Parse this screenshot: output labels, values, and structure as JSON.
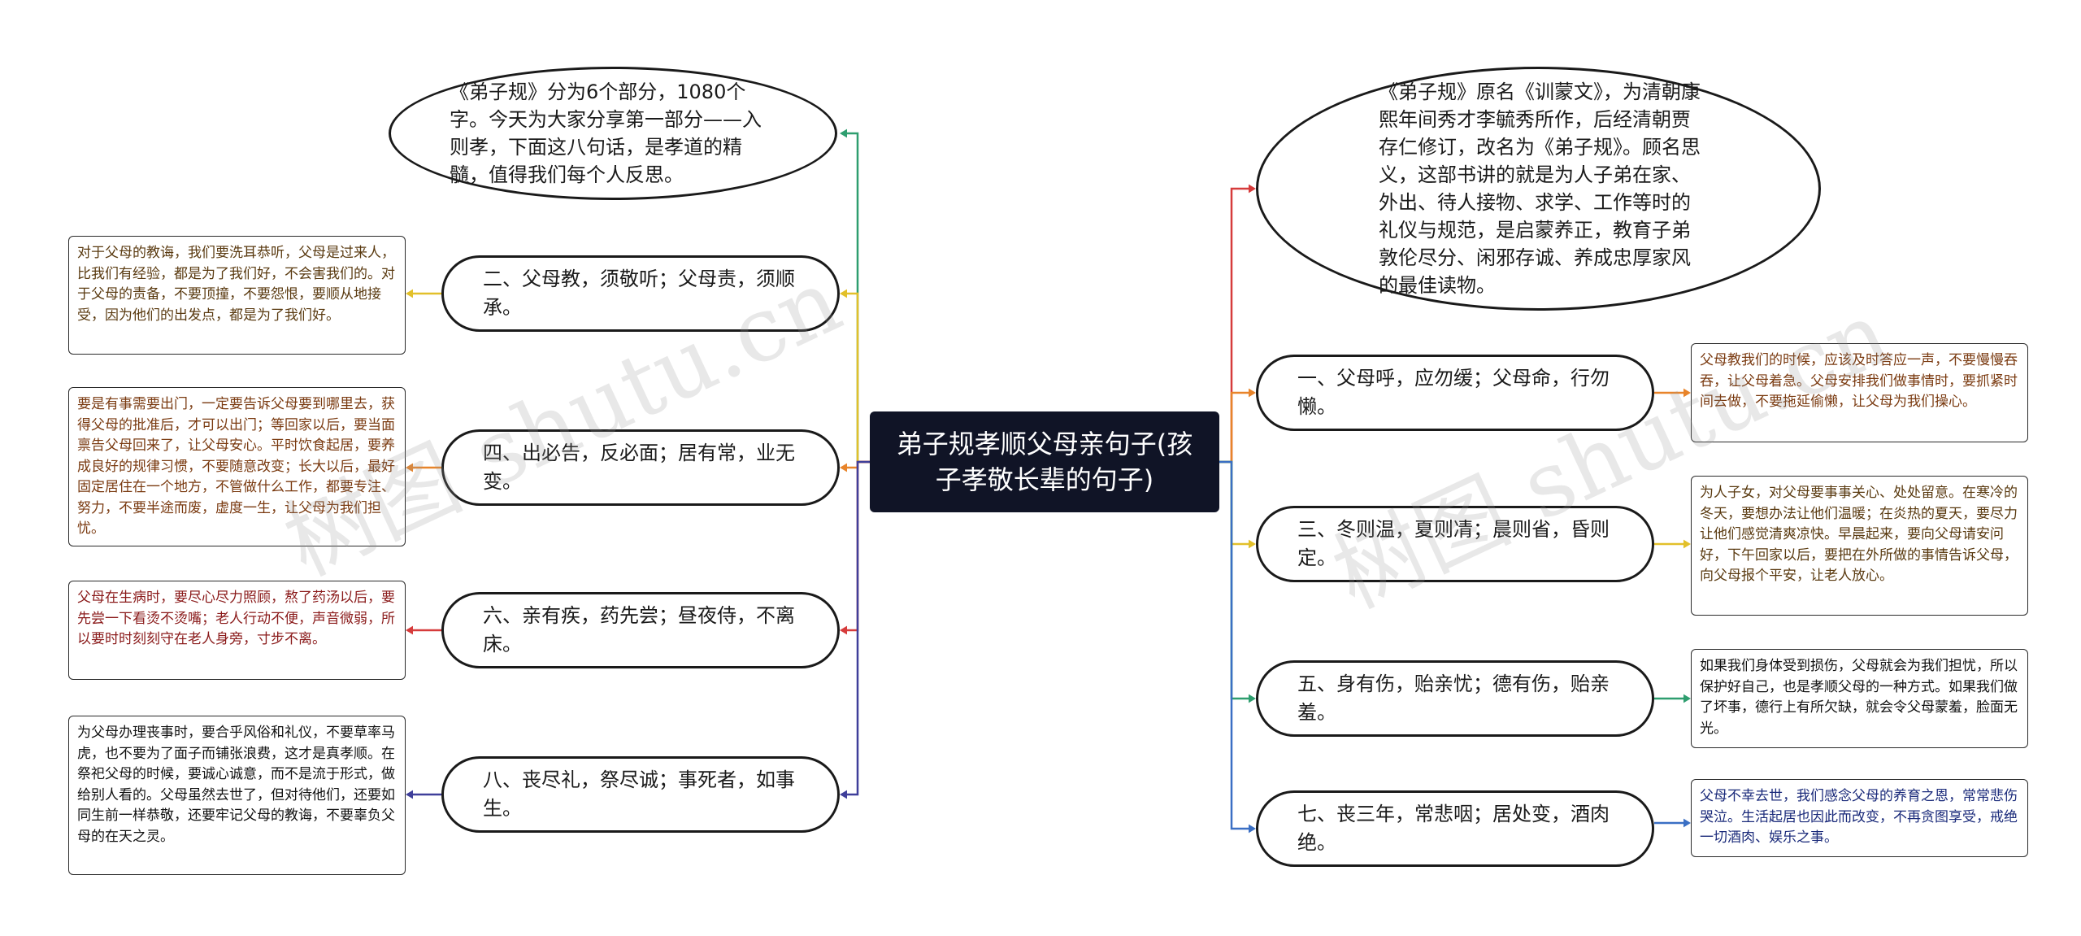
{
  "center": {
    "title": "弟子规孝顺父母亲句子(孩子孝敬长辈的句子)"
  },
  "left": [
    {
      "text": "《弟子规》分为6个部分，1080个字。今天为大家分享第一部分——入则孝，下面这八句话，是孝道的精髓，值得我们每个人反思。",
      "color": "#2e9e6f"
    },
    {
      "text": "二、父母教，须敬听；父母责，须顺承。",
      "color": "#e2c02a",
      "note": "对于父母的教诲，我们要洗耳恭听，父母是过来人，比我们有经验，都是为了我们好，不会害我们的。对于父母的责备，不要顶撞，不要怨恨，要顺从地接受，因为他们的出发点，都是为了我们好。"
    },
    {
      "text": "四、出必告，反必面；居有常，业无变。",
      "color": "#e8842a",
      "note": "要是有事需要出门，一定要告诉父母要到哪里去，获得父母的批准后，才可以出门；等回家以后，要当面禀告父母回来了，让父母安心。平时饮食起居，要养成良好的规律习惯，不要随意改变；长大以后，最好固定居住在一个地方，不管做什么工作，都要专注、努力，不要半途而废，虚度一生，让父母为我们担忧。"
    },
    {
      "text": "六、亲有疾，药先尝；昼夜侍，不离床。",
      "color": "#d63b3b",
      "note": "父母在生病时，要尽心尽力照顾，熬了药汤以后，要先尝一下看烫不烫嘴；老人行动不便，声音微弱，所以要时时刻刻守在老人身旁，寸步不离。"
    },
    {
      "text": "八、丧尽礼，祭尽诚；事死者，如事生。",
      "color": "#3f3f9a",
      "note": "为父母办理丧事时，要合乎风俗和礼仪，不要草率马虎，也不要为了面子而铺张浪费，这才是真孝顺。在祭祀父母的时候，要诚心诚意，而不是流于形式，做给别人看的。父母虽然去世了，但对待他们，还要如同生前一样恭敬，还要牢记父母的教诲，不要辜负父母的在天之灵。"
    }
  ],
  "right": [
    {
      "text": "《弟子规》原名《训蒙文》，为清朝康熙年间秀才李毓秀所作，后经清朝贾存仁修订，改名为《弟子规》。顾名思义，这部书讲的就是为人子弟在家、外出、待人接物、求学、工作等时的礼仪与规范，是启蒙养正，教育子弟敦伦尽分、闲邪存诚、养成忠厚家风的最佳读物。",
      "color": "#d63b3b"
    },
    {
      "text": "一、父母呼，应勿缓；父母命，行勿懒。",
      "color": "#e8842a",
      "note": "父母教我们的时候，应该及时答应一声，不要慢慢吞吞，让父母着急。父母安排我们做事情时，要抓紧时间去做，不要拖延偷懒，让父母为我们操心。"
    },
    {
      "text": "三、冬则温，夏则凊；晨则省，昏则定。",
      "color": "#e2c02a",
      "note": "为人子女，对父母要事事关心、处处留意。在寒冷的冬天，要想办法让他们温暖；在炎热的夏天，要尽力让他们感觉清爽凉快。早晨起来，要向父母请安问好，下午回家以后，要把在外所做的事情告诉父母，向父母报个平安，让老人放心。"
    },
    {
      "text": "五、身有伤，贻亲忧；德有伤，贻亲羞。",
      "color": "#2e9e6f",
      "note": "如果我们身体受到损伤，父母就会为我们担忧，所以保护好自己，也是孝顺父母的一种方式。如果我们做了坏事，德行上有所欠缺，就会令父母蒙羞，脸面无光。"
    },
    {
      "text": "七、丧三年，常悲咽；居处变，酒肉绝。",
      "color": "#3a6fc4",
      "note": "父母不幸去世，我们感念父母的养育之恩，常常悲伤哭泣。生活起居也因此而改变，不再贪图享受，戒绝一切酒肉、娱乐之事。"
    }
  ],
  "note_colors": {
    "left": [
      "#5a3a10",
      "#7a3a10",
      "#8a1a1a",
      "#111111"
    ],
    "right": [
      "#7a3a10",
      "#5a3a10",
      "#111111",
      "#1a2a7a"
    ]
  },
  "watermark": [
    "树图 shutu.cn",
    "树图 shutu.cn"
  ]
}
